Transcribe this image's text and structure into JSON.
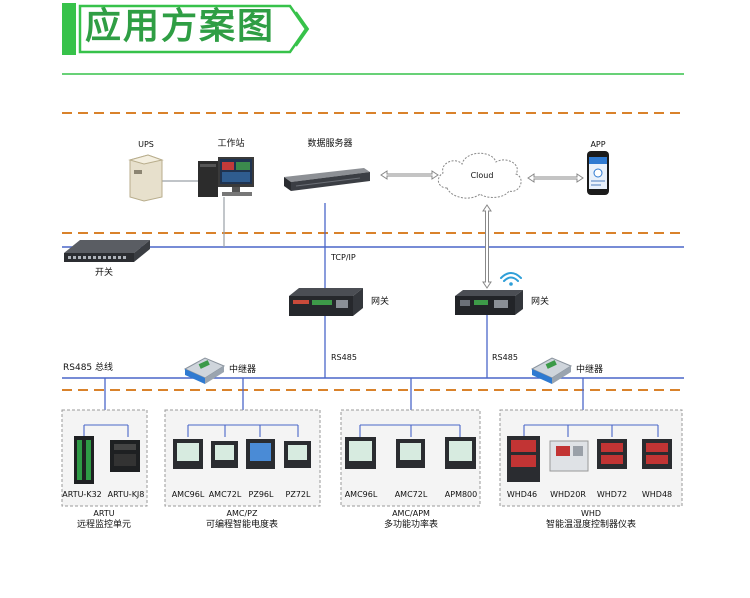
{
  "title": "应用方案图",
  "top": {
    "ups": "UPS",
    "workstation": "工作站",
    "data_server": "数据服务器",
    "cloud": "Cloud",
    "app": "APP"
  },
  "network": {
    "switch": "开关",
    "tcpip": "TCP/IP",
    "gateway1": "网关",
    "gateway2": "网关",
    "rs485_left": "RS485",
    "rs485_right": "RS485",
    "bus": "RS485 总线",
    "repeater1": "中继器",
    "repeater2": "中继器"
  },
  "groups": [
    {
      "devices": [
        "ARTU-K32",
        "ARTU-KJ8"
      ],
      "code": "ARTU",
      "name": "远程监控单元"
    },
    {
      "devices": [
        "AMC96L",
        "AMC72L",
        "PZ96L",
        "PZ72L"
      ],
      "code": "AMC/PZ",
      "name": "可编程智能电度表"
    },
    {
      "devices": [
        "AMC96L",
        "AMC72L",
        "APM800"
      ],
      "code": "AMC/APM",
      "name": "多功能功率表"
    },
    {
      "devices": [
        "WHD46",
        "WHD20R",
        "WHD72",
        "WHD48"
      ],
      "code": "WHD",
      "name": "智能温湿度控制器仪表"
    }
  ],
  "colors": {
    "title_green": "#2f9e44",
    "accent_green": "#37c24a",
    "dash_orange": "#d9822b",
    "bus_blue": "#4a67c9"
  }
}
